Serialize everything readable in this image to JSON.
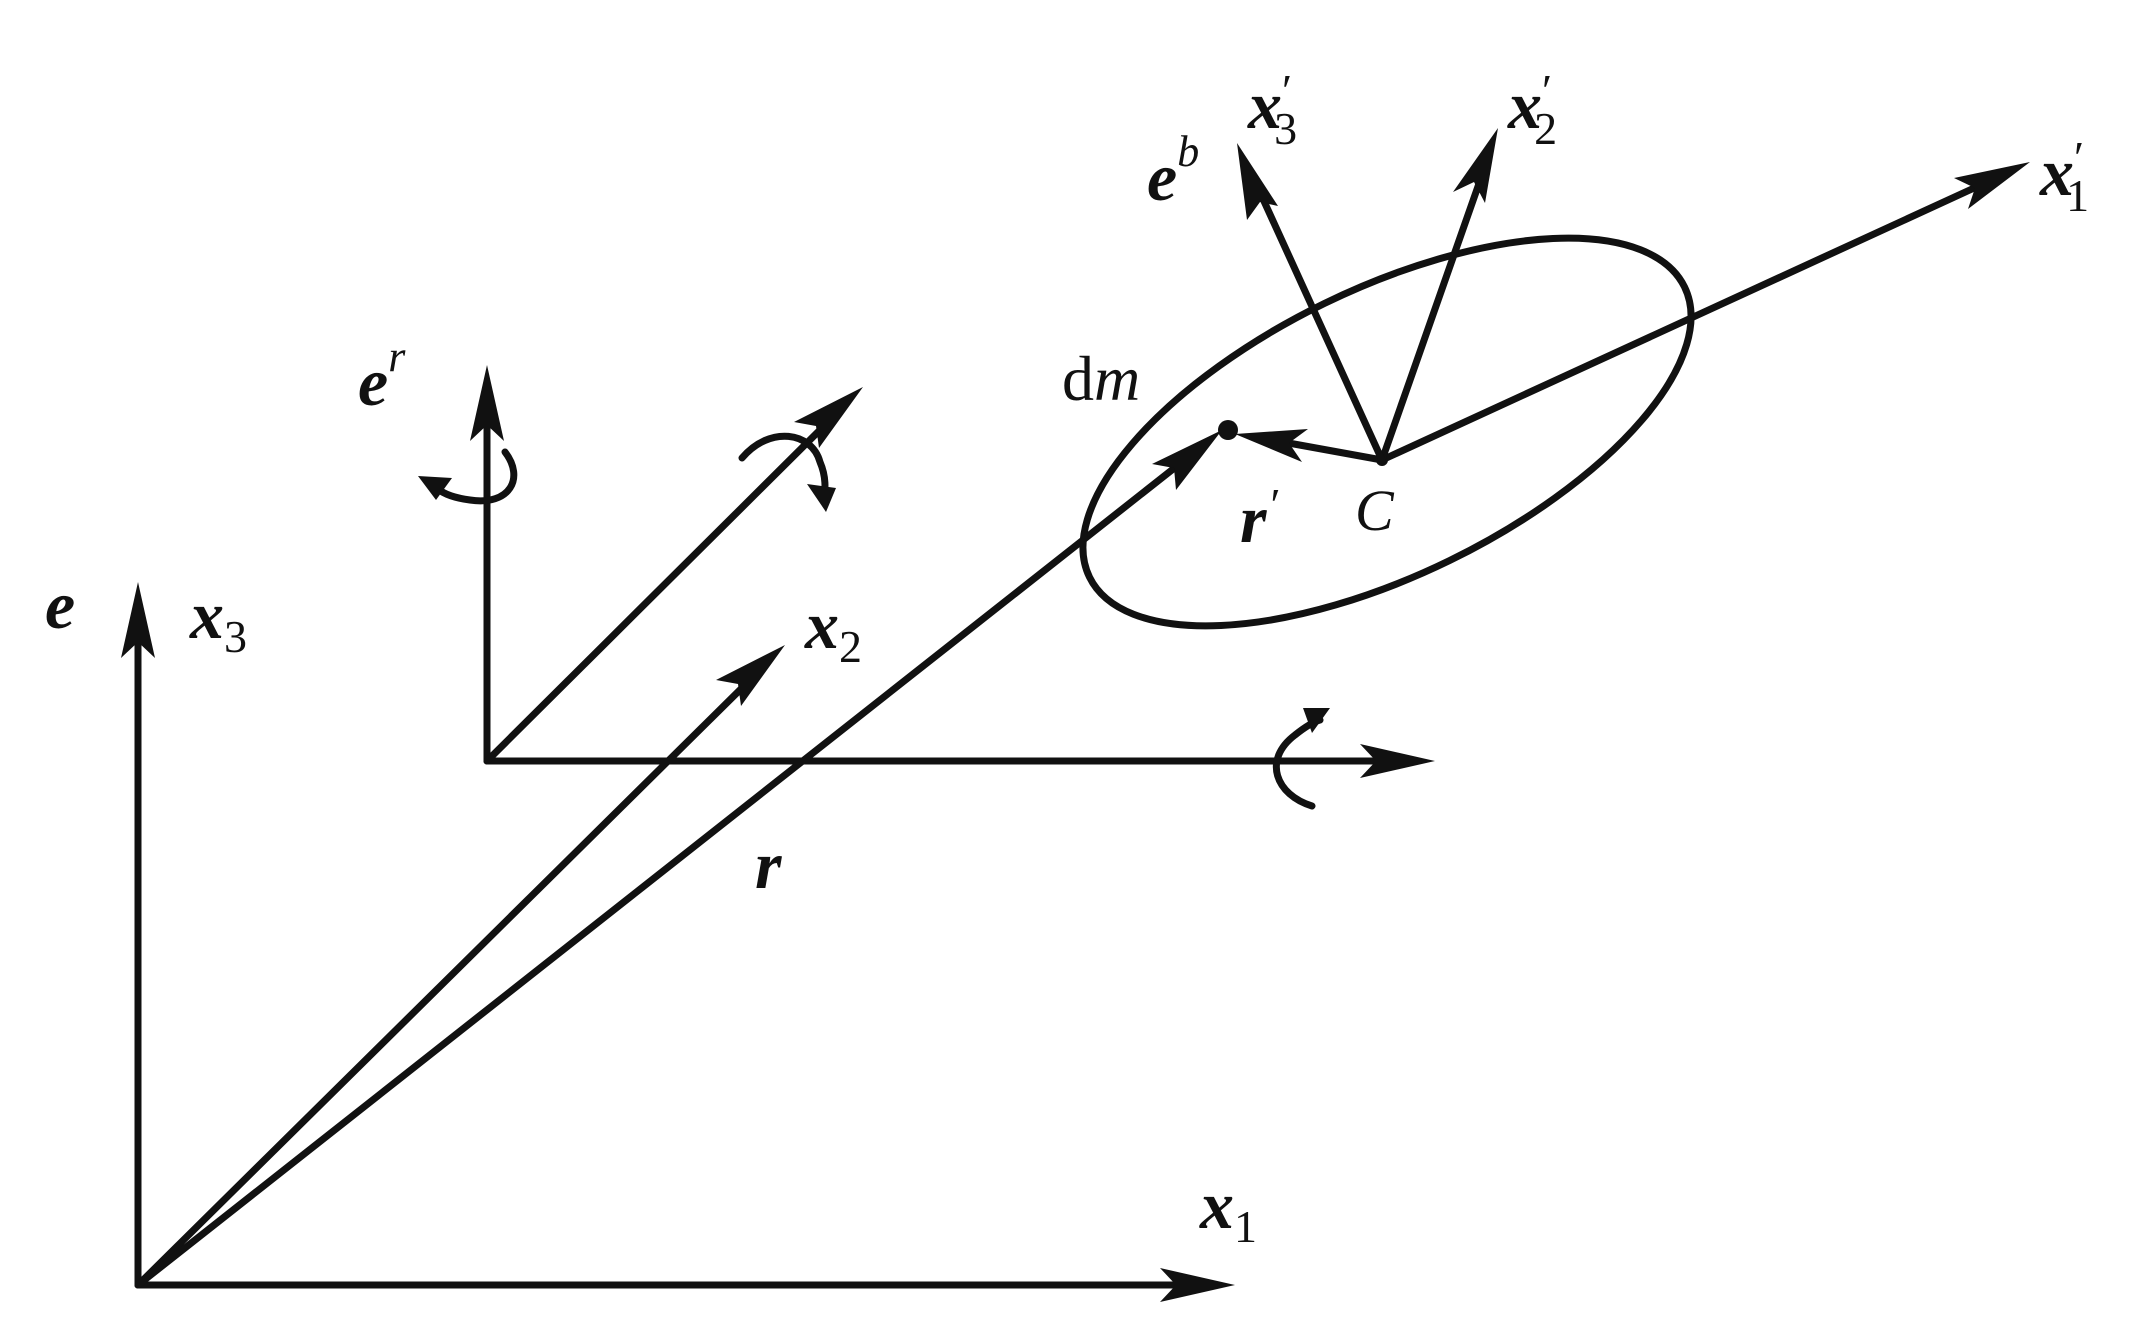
{
  "labels": {
    "e": "e",
    "x_axis": "x",
    "sub_1": "1",
    "sub_2": "2",
    "sub_3": "3",
    "e_r_base": "e",
    "e_r_sup": "r",
    "e_b_base": "e",
    "e_b_sup": "b",
    "prime": "′",
    "r": "r",
    "r_prime": "r",
    "C": "C",
    "dm_d": "d",
    "dm_m": "m"
  },
  "colors": {
    "ink": "#111111",
    "background": "#ffffff"
  }
}
